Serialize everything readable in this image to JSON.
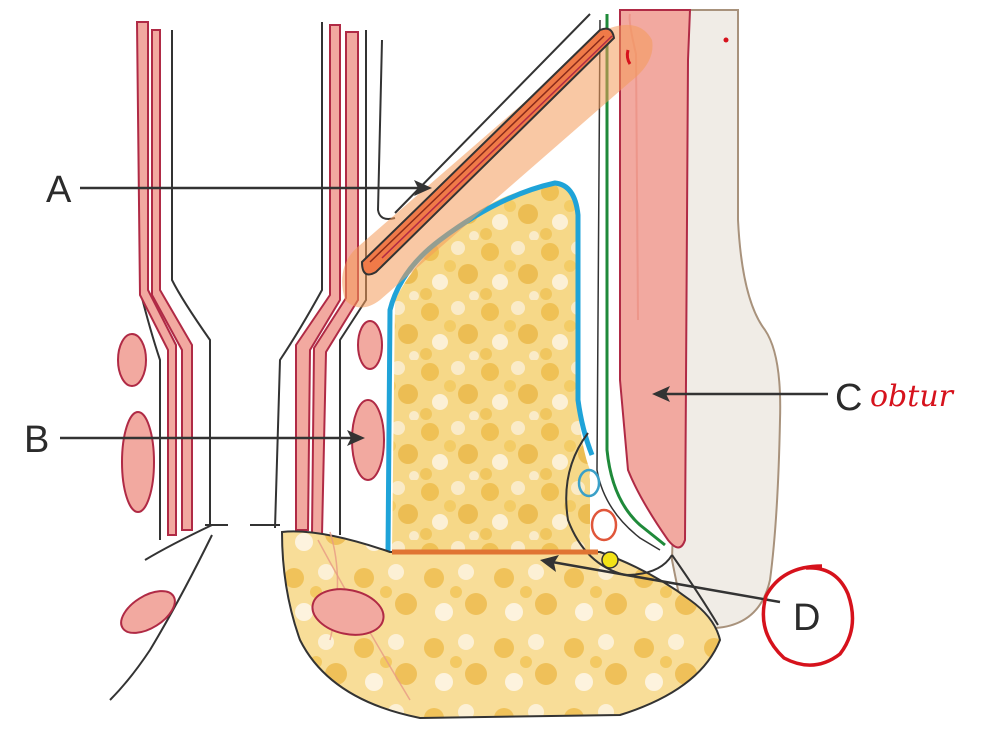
{
  "figure": {
    "labels": {
      "a": "A",
      "b": "B",
      "c": "C",
      "d": "D"
    },
    "handwritten_note": "obtur",
    "colors": {
      "muscle_fill": "#f2a9a0",
      "muscle_stroke": "#b02a45",
      "fat_fill": "#f0c25a",
      "fat_light": "#fbe6b0",
      "fascia_blue": "#1fa3d8",
      "fascia_green": "#1f8a3a",
      "highlight_orange": "#f49a5a",
      "bone_fill": "#f0ece6",
      "annotation_red": "#d6121c",
      "nerve_yellow": "#f3e316",
      "outline": "#333333"
    }
  }
}
